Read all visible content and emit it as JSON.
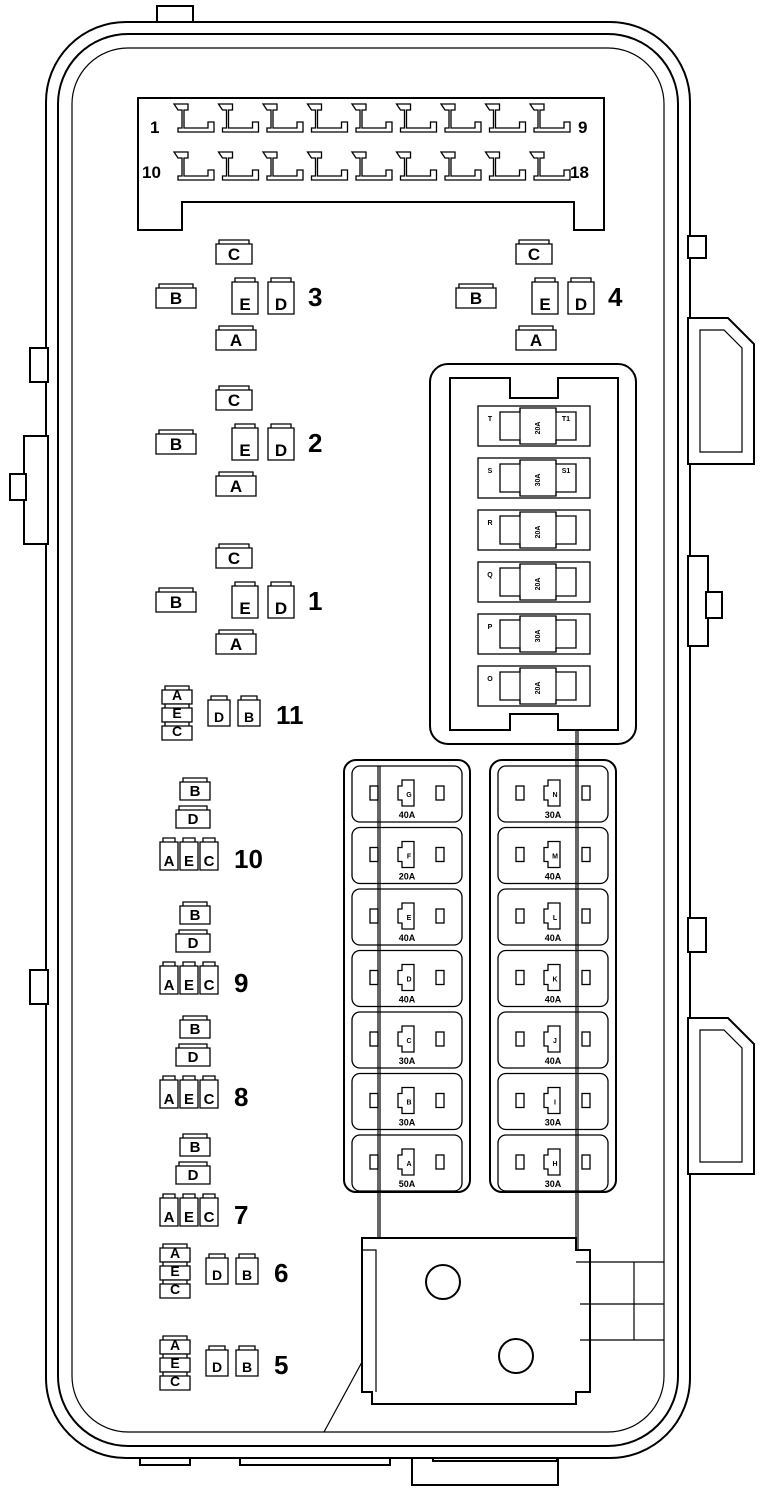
{
  "connector": {
    "pin_first": "1",
    "pin_top_last": "9",
    "pin_bottom_first": "10",
    "pin_last": "18"
  },
  "relays": [
    {
      "id": "3",
      "pins": {
        "a": "A",
        "b": "B",
        "c": "C",
        "d": "D",
        "e": "E"
      }
    },
    {
      "id": "4",
      "pins": {
        "a": "A",
        "b": "B",
        "c": "C",
        "d": "D",
        "e": "E"
      }
    },
    {
      "id": "2",
      "pins": {
        "a": "A",
        "b": "B",
        "c": "C",
        "d": "D",
        "e": "E"
      }
    },
    {
      "id": "1",
      "pins": {
        "a": "A",
        "b": "B",
        "c": "C",
        "d": "D",
        "e": "E"
      }
    },
    {
      "id": "11",
      "pins": {
        "a": "A",
        "b": "B",
        "c": "C",
        "d": "D",
        "e": "E"
      }
    },
    {
      "id": "10",
      "pins": {
        "a": "A",
        "b": "B",
        "c": "C",
        "d": "D",
        "e": "E"
      }
    },
    {
      "id": "9",
      "pins": {
        "a": "A",
        "b": "B",
        "c": "C",
        "d": "D",
        "e": "E"
      }
    },
    {
      "id": "8",
      "pins": {
        "a": "A",
        "b": "B",
        "c": "C",
        "d": "D",
        "e": "E"
      }
    },
    {
      "id": "7",
      "pins": {
        "a": "A",
        "b": "B",
        "c": "C",
        "d": "D",
        "e": "E"
      }
    },
    {
      "id": "6",
      "pins": {
        "a": "A",
        "b": "B",
        "c": "C",
        "d": "D",
        "e": "E"
      }
    },
    {
      "id": "5",
      "pins": {
        "a": "A",
        "b": "B",
        "c": "C",
        "d": "D",
        "e": "E"
      }
    }
  ],
  "mini_fuses": [
    {
      "left": "T",
      "rating": "20A",
      "right": "T1"
    },
    {
      "left": "S",
      "rating": "30A",
      "right": "S1"
    },
    {
      "left": "R",
      "rating": "20A",
      "right": ""
    },
    {
      "left": "Q",
      "rating": "20A",
      "right": ""
    },
    {
      "left": "P",
      "rating": "30A",
      "right": ""
    },
    {
      "left": "O",
      "rating": "20A",
      "right": ""
    }
  ],
  "maxi_fuses_left": [
    {
      "id": "G",
      "rating": "40A"
    },
    {
      "id": "F",
      "rating": "20A"
    },
    {
      "id": "E",
      "rating": "40A"
    },
    {
      "id": "D",
      "rating": "40A"
    },
    {
      "id": "C",
      "rating": "30A"
    },
    {
      "id": "B",
      "rating": "30A"
    },
    {
      "id": "A",
      "rating": "50A"
    }
  ],
  "maxi_fuses_right": [
    {
      "id": "N",
      "rating": "30A"
    },
    {
      "id": "M",
      "rating": "40A"
    },
    {
      "id": "L",
      "rating": "40A"
    },
    {
      "id": "K",
      "rating": "40A"
    },
    {
      "id": "J",
      "rating": "40A"
    },
    {
      "id": "I",
      "rating": "30A"
    },
    {
      "id": "H",
      "rating": "30A"
    }
  ]
}
